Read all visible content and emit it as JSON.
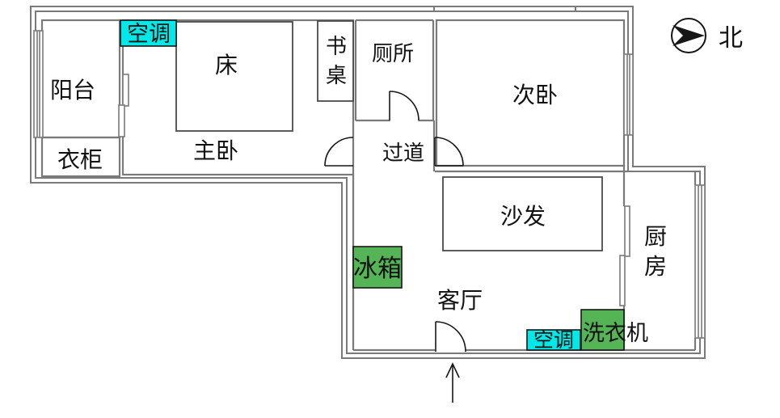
{
  "title": "apartment-floor-plan",
  "colors": {
    "ac_cyan": "#00e8e8",
    "appliance_green": "#55b455",
    "wall_gray": "#7a7a7a",
    "line_black": "#161616"
  },
  "labels": {
    "balcony": "阳台",
    "wardrobe": "衣柜",
    "master_bedroom": "主卧",
    "bed": "床",
    "desk": "书桌",
    "toilet": "厕所",
    "corridor": "过道",
    "second_bedroom": "次卧",
    "sofa": "沙发",
    "living_room": "客厅",
    "kitchen": "厨房",
    "fridge": "冰箱",
    "air_conditioner": "空调",
    "washing_machine": "洗衣机",
    "north": "北"
  }
}
